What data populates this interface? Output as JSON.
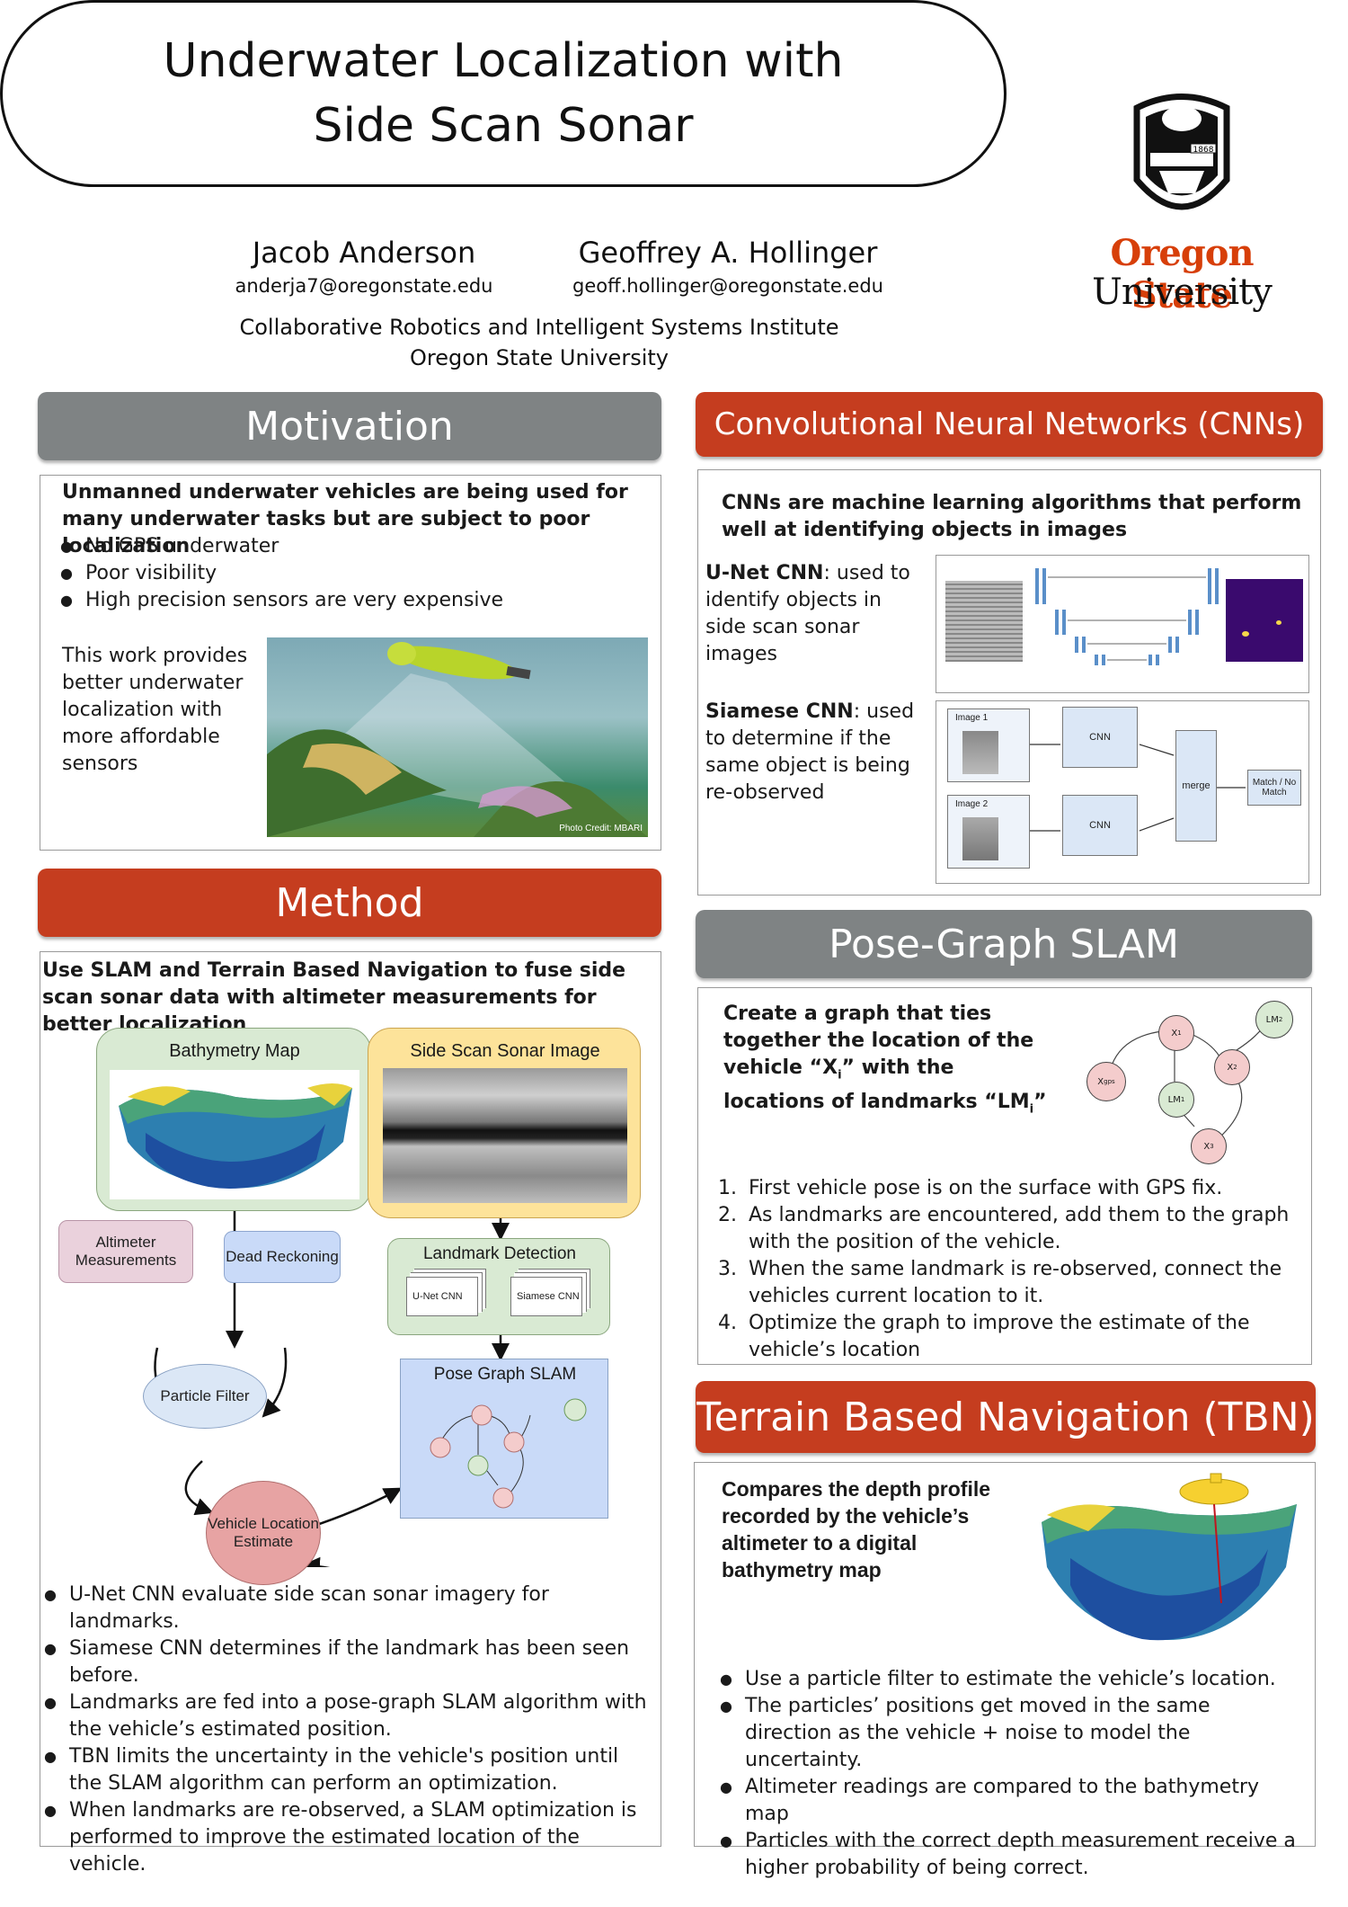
{
  "title": {
    "line1": "Underwater Localization with",
    "line2": "Side Scan Sonar"
  },
  "authors": [
    {
      "name": "Jacob Anderson",
      "email": "anderja7@oregonstate.edu"
    },
    {
      "name": "Geoffrey A. Hollinger",
      "email": "geoff.hollinger@oregonstate.edu"
    }
  ],
  "institution": {
    "line1": "Collaborative Robotics and Intelligent Systems Institute",
    "line2": "Oregon State University"
  },
  "logo": {
    "year": "1868",
    "name": "Oregon State",
    "sub": "University"
  },
  "motivation": {
    "header": "Motivation",
    "intro": "Unmanned underwater vehicles are being used for many underwater tasks but are subject to poor localization",
    "bullets": [
      "No GPS underwater",
      "Poor visibility",
      "High precision sensors are very expensive"
    ],
    "text": "This work provides better underwater localization with more affordable sensors",
    "photo_credit": "Photo Credit: MBARI"
  },
  "cnn": {
    "header": "Convolutional Neural Networks (CNNs)",
    "intro": "CNNs are machine learning algorithms that perform well at identifying objects in images",
    "unet_label": "U-Net CNN",
    "unet_text": ": used to identify objects in side scan sonar images",
    "siamese_label": "Siamese CNN",
    "siamese_text": ": used to determine if the same object is being re-observed",
    "diagram": {
      "image1": "Image 1",
      "image2": "Image 2",
      "cnn": "CNN",
      "merge": "merge",
      "match": "Match / No Match"
    }
  },
  "method": {
    "header": "Method",
    "intro": "Use SLAM and Terrain Based Navigation to fuse side scan sonar data with altimeter measurements for better localization",
    "flow": {
      "bathymetry": "Bathymetry Map",
      "sonar": "Side Scan Sonar Image",
      "altimeter": "Altimeter Measurements",
      "dead_reckoning": "Dead Reckoning",
      "particle_filter": "Particle Filter",
      "vehicle_estimate": "Vehicle Location Estimate",
      "landmark_detection": "Landmark Detection",
      "unet": "U-Net CNN",
      "siamese": "Siamese CNN",
      "pose_graph": "Pose Graph SLAM"
    },
    "bullets": [
      "U-Net CNN evaluate side scan sonar imagery for landmarks.",
      "Siamese CNN determines if the landmark has been seen before.",
      "Landmarks are fed into a pose-graph SLAM algorithm with the vehicle’s estimated position.",
      "TBN limits the uncertainty in the vehicle's position until the SLAM algorithm can perform an optimization.",
      "When landmarks are re-observed, a SLAM optimization is performed to improve the estimated location of the vehicle."
    ]
  },
  "slam": {
    "header": "Pose-Graph SLAM",
    "intro_a": "Create a graph that ties together the location of the vehicle “X",
    "intro_sub1": "i",
    "intro_b": "” with the locations of landmarks “LM",
    "intro_sub2": "i",
    "intro_c": "”",
    "steps": [
      "First vehicle pose is on the surface with GPS fix.",
      "As landmarks are encountered, add them to the graph with the position of the vehicle.",
      "When the same landmark is re-observed, connect the vehicles current location to it.",
      "Optimize the graph to improve the estimate of the vehicle’s location"
    ],
    "graph": {
      "x1": "X",
      "x2": "X",
      "x3": "X",
      "xgps": "X",
      "lm1": "LM",
      "lm2": "LM"
    }
  },
  "tbn": {
    "header": "Terrain Based Navigation (TBN)",
    "intro": "Compares the depth profile recorded by the vehicle’s altimeter to a digital bathymetry map",
    "bullets": [
      "Use a particle filter to estimate the vehicle’s location.",
      "The particles’ positions get moved in the same direction as the vehicle + noise to model the uncertainty.",
      "Altimeter readings are compared to the bathymetry map",
      "Particles with the correct depth measurement receive a higher probability of being correct."
    ]
  },
  "colors": {
    "gray_header": "#7f8384",
    "red_header": "#c53d1f",
    "osu_orange": "#d73f09"
  }
}
